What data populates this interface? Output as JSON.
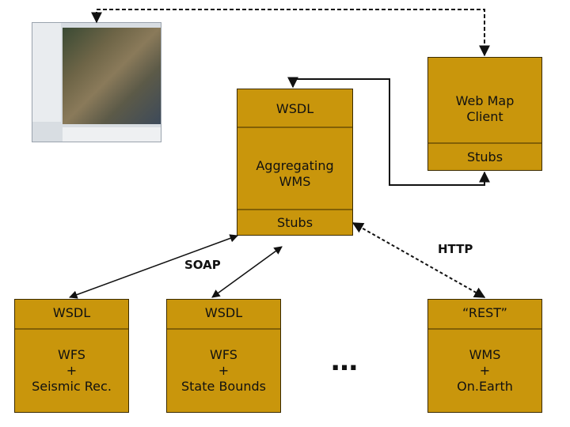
{
  "aggregator": {
    "wsdl": "WSDL",
    "name": "Aggregating\nWMS",
    "stubs": "Stubs"
  },
  "client": {
    "name": "Web Map\nClient",
    "stubs": "Stubs"
  },
  "services": [
    {
      "iface": "WSDL",
      "name": "WFS\n+\nSeismic Rec."
    },
    {
      "iface": "WSDL",
      "name": "WFS\n+\nState Bounds"
    },
    {
      "iface": "“REST”",
      "name": "WMS\n+\nOn.Earth"
    }
  ],
  "ellipsis": "…",
  "edges": {
    "soap": "SOAP",
    "http": "HTTP"
  },
  "colors": {
    "box": "#c9960c",
    "line": "#111111"
  }
}
